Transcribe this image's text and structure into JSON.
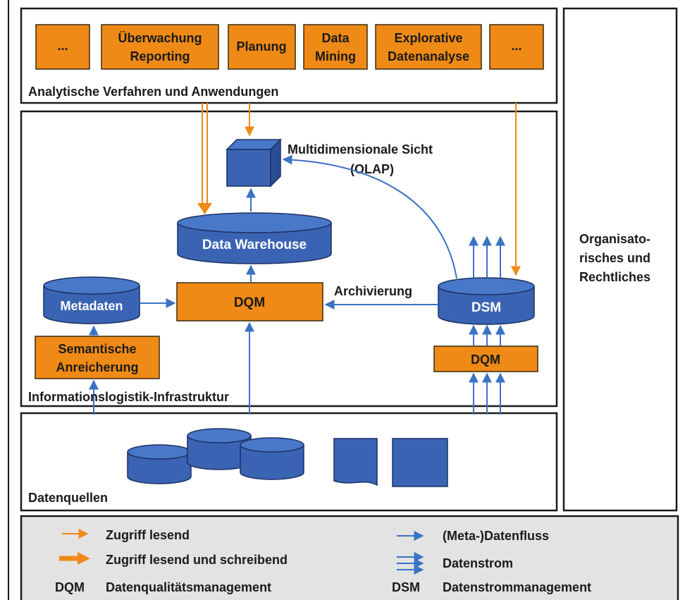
{
  "colors": {
    "orange": "#ef8a17",
    "blue": "#3a64b3",
    "arrow_blue": "#3a72c4",
    "legend_bg": "#e3e3e3"
  },
  "top_panel": {
    "title": "Analytische Verfahren und Anwendungen",
    "apps": [
      {
        "line1": "...",
        "line2": ""
      },
      {
        "line1": "Überwachung",
        "line2": "Reporting"
      },
      {
        "line1": "Planung",
        "line2": ""
      },
      {
        "line1": "Data",
        "line2": "Mining"
      },
      {
        "line1": "Explorative",
        "line2": "Datenanalyse"
      },
      {
        "line1": "...",
        "line2": ""
      }
    ]
  },
  "infra_panel": {
    "title": "Informationslogistik-Infrastruktur",
    "olap_label_1": "Multidimensionale Sicht",
    "olap_label_2": "(OLAP)",
    "data_warehouse": "Data Warehouse",
    "dqm_center": "DQM",
    "metadaten": "Metadaten",
    "semantische_1": "Semantische",
    "semantische_2": "Anreicherung",
    "dsm": "DSM",
    "dqm_right": "DQM",
    "archivierung": "Archivierung"
  },
  "sources_panel": {
    "title": "Datenquellen"
  },
  "side_panel": {
    "line1": "Organisato-",
    "line2": "risches und",
    "line3": "Rechtliches"
  },
  "legend": {
    "read": "Zugriff lesend",
    "read_write": "Zugriff lesend und schreibend",
    "dqm_abbr": "DQM",
    "dqm_full": "Datenqualitätsmanagement",
    "dataflow": "(Meta-)Datenfluss",
    "datastream": "Datenstrom",
    "dsm_abbr": "DSM",
    "dsm_full": "Datenstrommanagement"
  }
}
